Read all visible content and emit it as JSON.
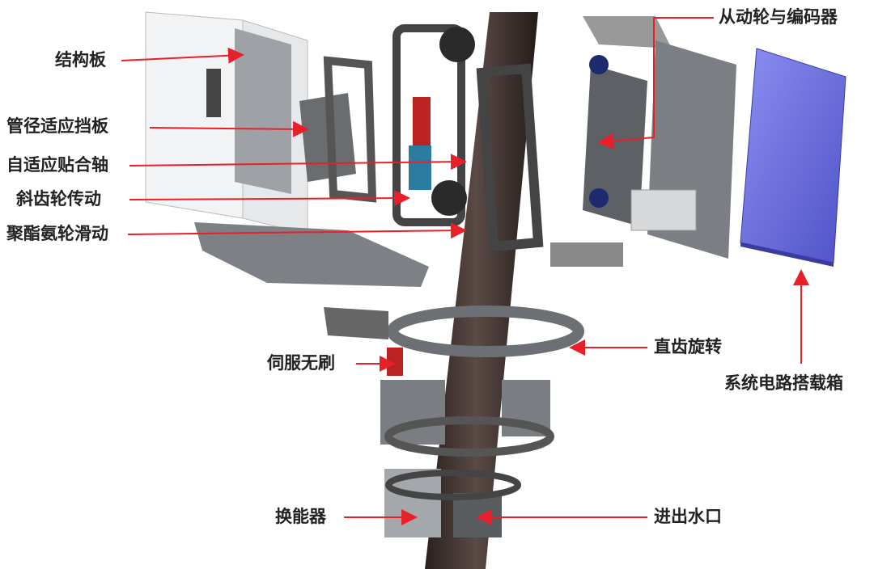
{
  "labels": {
    "structure_plate": "结构板",
    "pipe_adapt_baffle": "管径适应挡板",
    "adaptive_fit_axis": "自适应贴合轴",
    "helical_gear_drive": "斜齿轮传动",
    "pu_wheel_slide": "聚酯氨轮滑动",
    "driven_wheel_encoder": "从动轮与编码器",
    "spur_gear_rotation": "直齿旋转",
    "circuit_box": "系统电路搭载箱",
    "servo_brushless": "伺服无刷",
    "transducer": "换能器",
    "water_port": "进出水口"
  },
  "colors": {
    "arrow": "#e8202a",
    "pipe": "#3a2f2c",
    "box": "#6b6fe0",
    "metal": "#8a8d92"
  }
}
